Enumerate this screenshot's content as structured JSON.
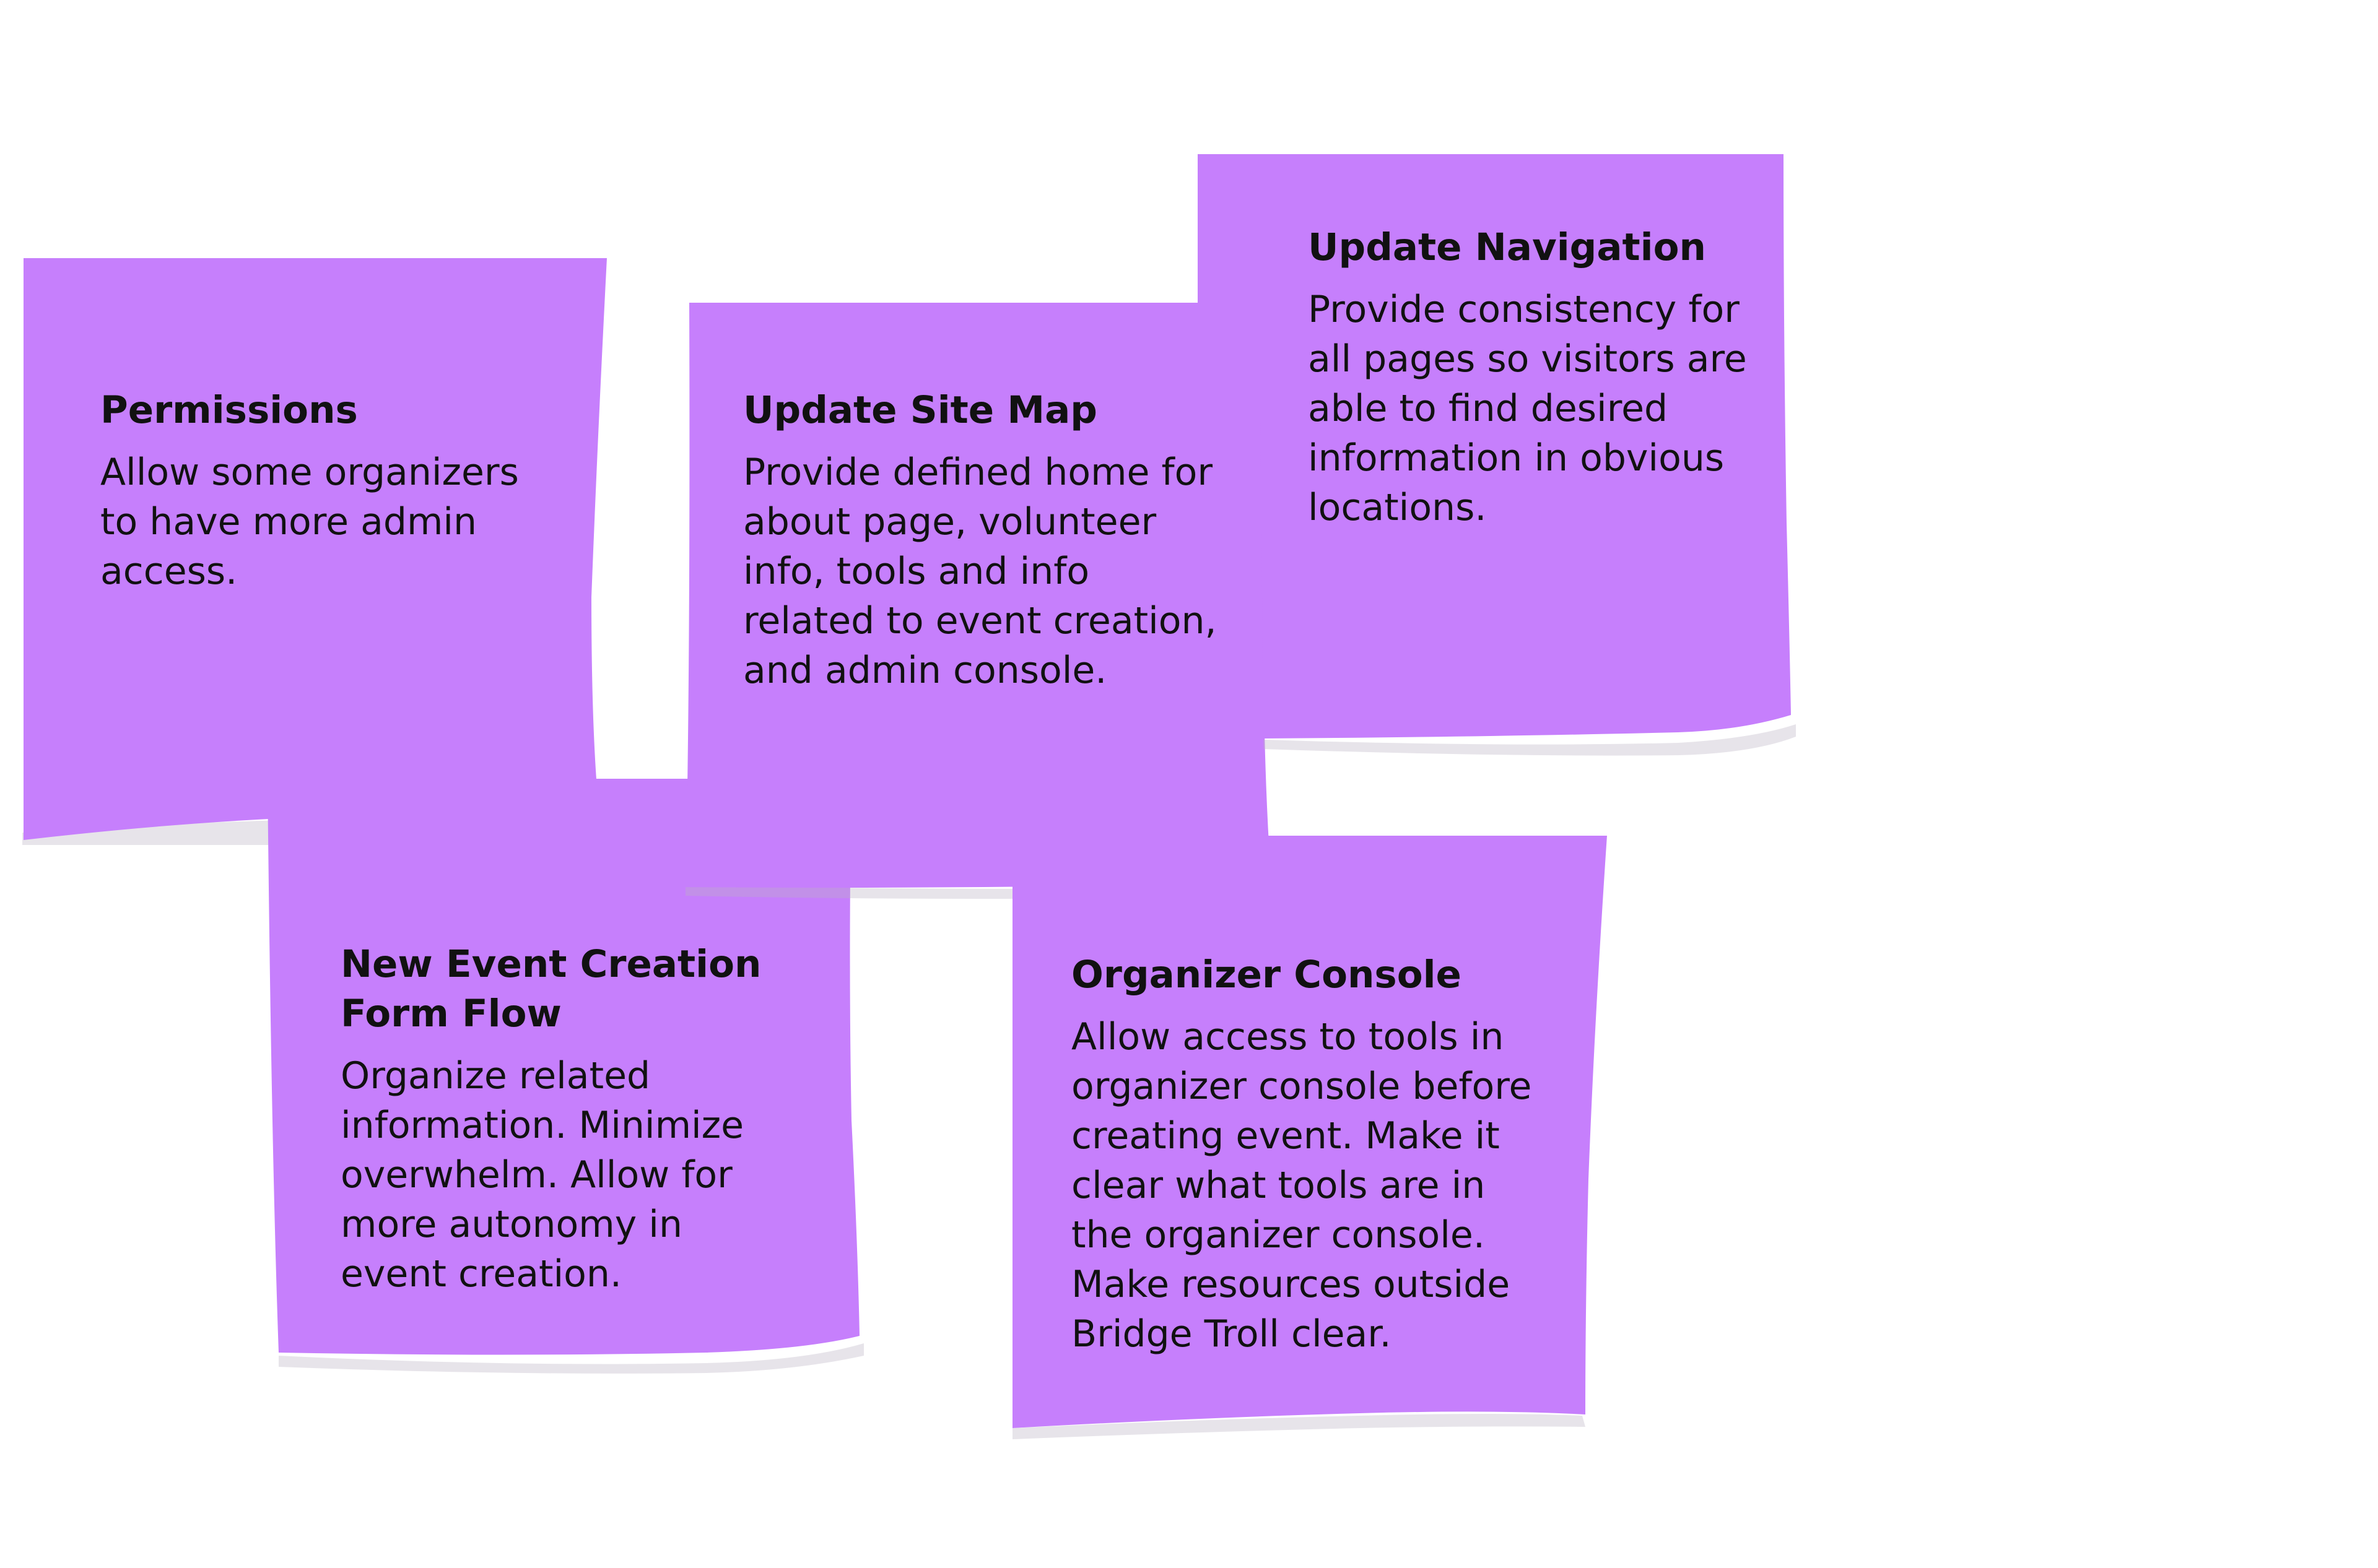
{
  "colors": {
    "note_fill": "#c67ffc",
    "shadow": "#b9b3c4",
    "text": "#111111",
    "background": "#ffffff"
  },
  "notes": [
    {
      "id": "permissions",
      "title": "Permissions",
      "body": "Allow some organizers\nto have more admin\naccess."
    },
    {
      "id": "new-event",
      "title": "New Event Creation\nForm Flow",
      "body": "Organize related\ninformation. Minimize\noverwhelm. Allow for\nmore autonomy in\nevent creation."
    },
    {
      "id": "site-map",
      "title": "Update Site Map",
      "body": "Provide defined home for\nabout page, volunteer\ninfo, tools and info\nrelated to event creation,\nand admin console."
    },
    {
      "id": "navigation",
      "title": "Update Navigation",
      "body": "Provide consistency for\nall pages so visitors are\nable to find desired\ninformation in obvious\nlocations."
    },
    {
      "id": "organizer",
      "title": "Organizer Console",
      "body": "Allow access to tools in\norganizer console before\ncreating event. Make it\nclear what tools are in\nthe organizer console.\nMake resources outside\nBridge Troll clear."
    }
  ]
}
